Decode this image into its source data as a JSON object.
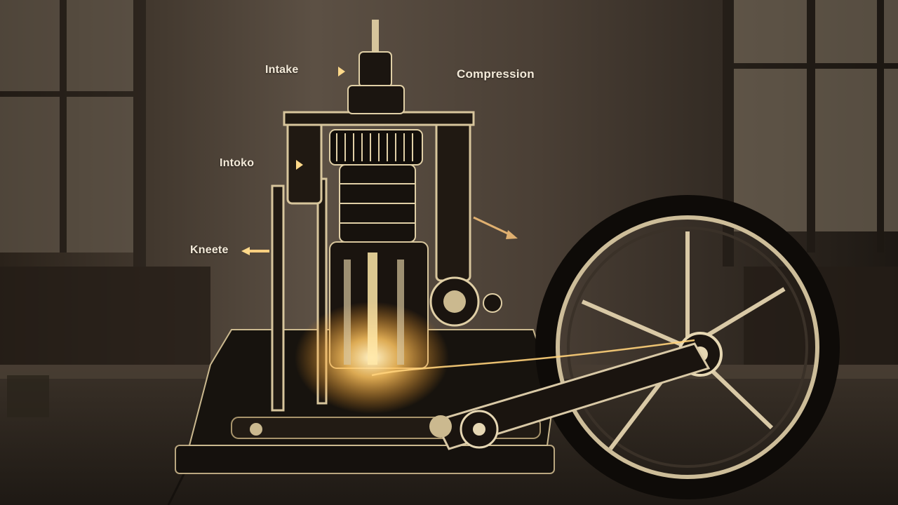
{
  "labels": {
    "intake_top": "Intake",
    "compression": "Compression",
    "intake_mid": "Intoko",
    "exhaust": "Kneete"
  },
  "colors": {
    "glow": "#ffd27a",
    "metal": "#d8c8a6",
    "dark": "#15110d",
    "arrow": "#e8a24a"
  }
}
